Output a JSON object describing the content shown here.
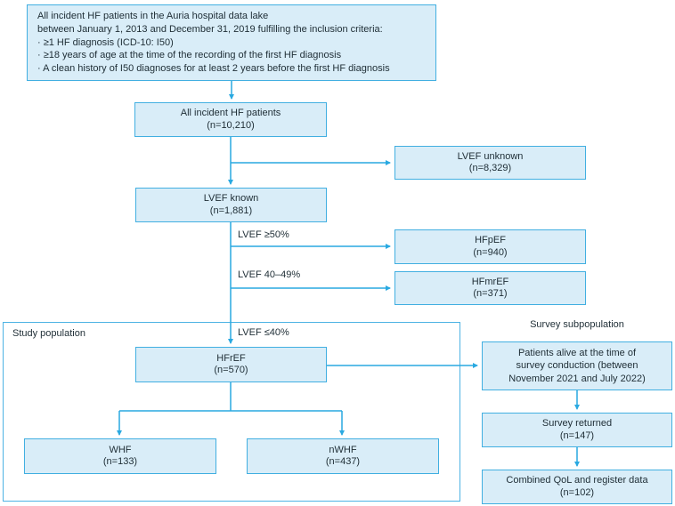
{
  "colors": {
    "box_fill": "#d9edf8",
    "box_border": "#41afe1",
    "arrow": "#29a9e1",
    "text": "#1e2d35",
    "container_border": "#4db3e4"
  },
  "criteria_box": {
    "lines": [
      "All incident HF patients in the Auria hospital data lake",
      "between January 1, 2013 and December 31, 2019 fulfilling the inclusion criteria:",
      "· ≥1 HF diagnosis (ICD-10: I50)",
      "· ≥18 years of age at the time of the recording of the first HF diagnosis",
      "· A clean history of I50 diagnoses for at least 2 years before the first HF diagnosis"
    ]
  },
  "nodes": {
    "all_incident": {
      "label": "All incident HF patients",
      "n": "(n=10,210)"
    },
    "lvef_unknown": {
      "label": "LVEF unknown",
      "n": "(n=8,329)"
    },
    "lvef_known": {
      "label": "LVEF known",
      "n": "(n=1,881)"
    },
    "hfpef": {
      "label": "HFpEF",
      "n": "(n=940)"
    },
    "hfmref": {
      "label": "HFmrEF",
      "n": "(n=371)"
    },
    "hfref": {
      "label": "HFrEF",
      "n": "(n=570)"
    },
    "whf": {
      "label": "WHF",
      "n": "(n=133)"
    },
    "nwhf": {
      "label": "nWHF",
      "n": "(n=437)"
    },
    "patients_alive": {
      "lines": [
        "Patients alive at the time of",
        "survey conduction (between",
        "November 2021 and July 2022)"
      ]
    },
    "survey_returned": {
      "label": "Survey returned",
      "n": "(n=147)"
    },
    "combined_qol": {
      "label": "Combined QoL and register data",
      "n": "(n=102)"
    }
  },
  "edge_labels": {
    "lvef_gte_50": "LVEF ≥50%",
    "lvef_40_49": "LVEF 40–49%",
    "lvef_lte_40": "LVEF ≤40%"
  },
  "section_labels": {
    "study_population": "Study population",
    "survey_subpopulation": "Survey subpopulation"
  }
}
